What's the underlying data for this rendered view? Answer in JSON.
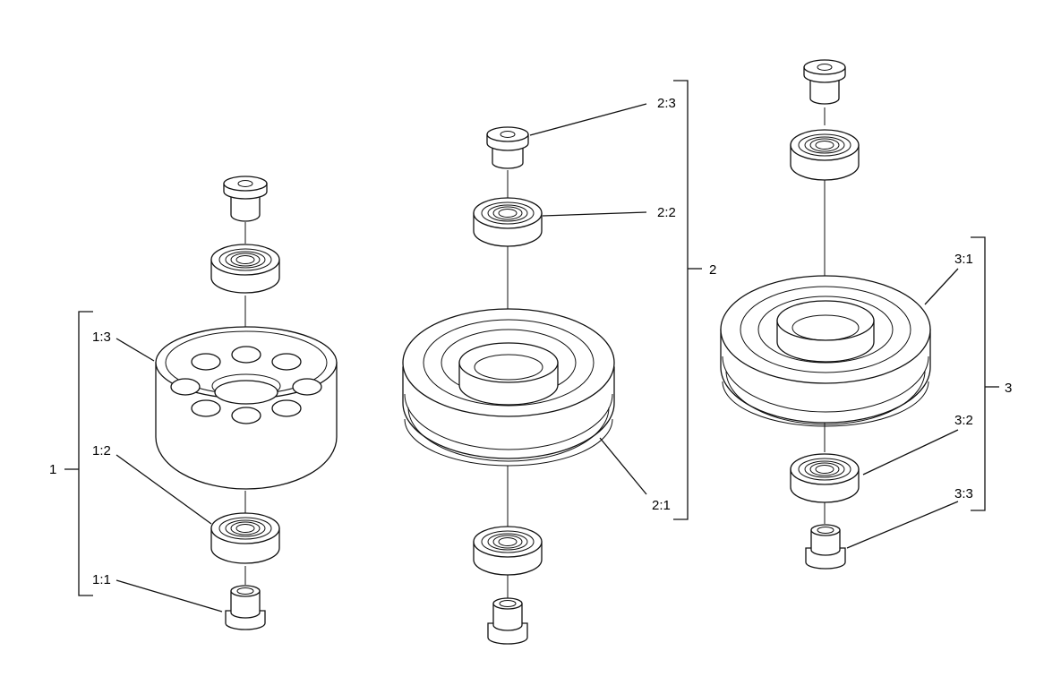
{
  "callouts": {
    "g1": "1",
    "g1_3": "1:3",
    "g1_2": "1:2",
    "g1_1": "1:1",
    "g2": "2",
    "g2_3": "2:3",
    "g2_2": "2:2",
    "g2_1": "2:1",
    "g3": "3",
    "g3_1": "3:1",
    "g3_2": "3:2",
    "g3_3": "3:3"
  }
}
